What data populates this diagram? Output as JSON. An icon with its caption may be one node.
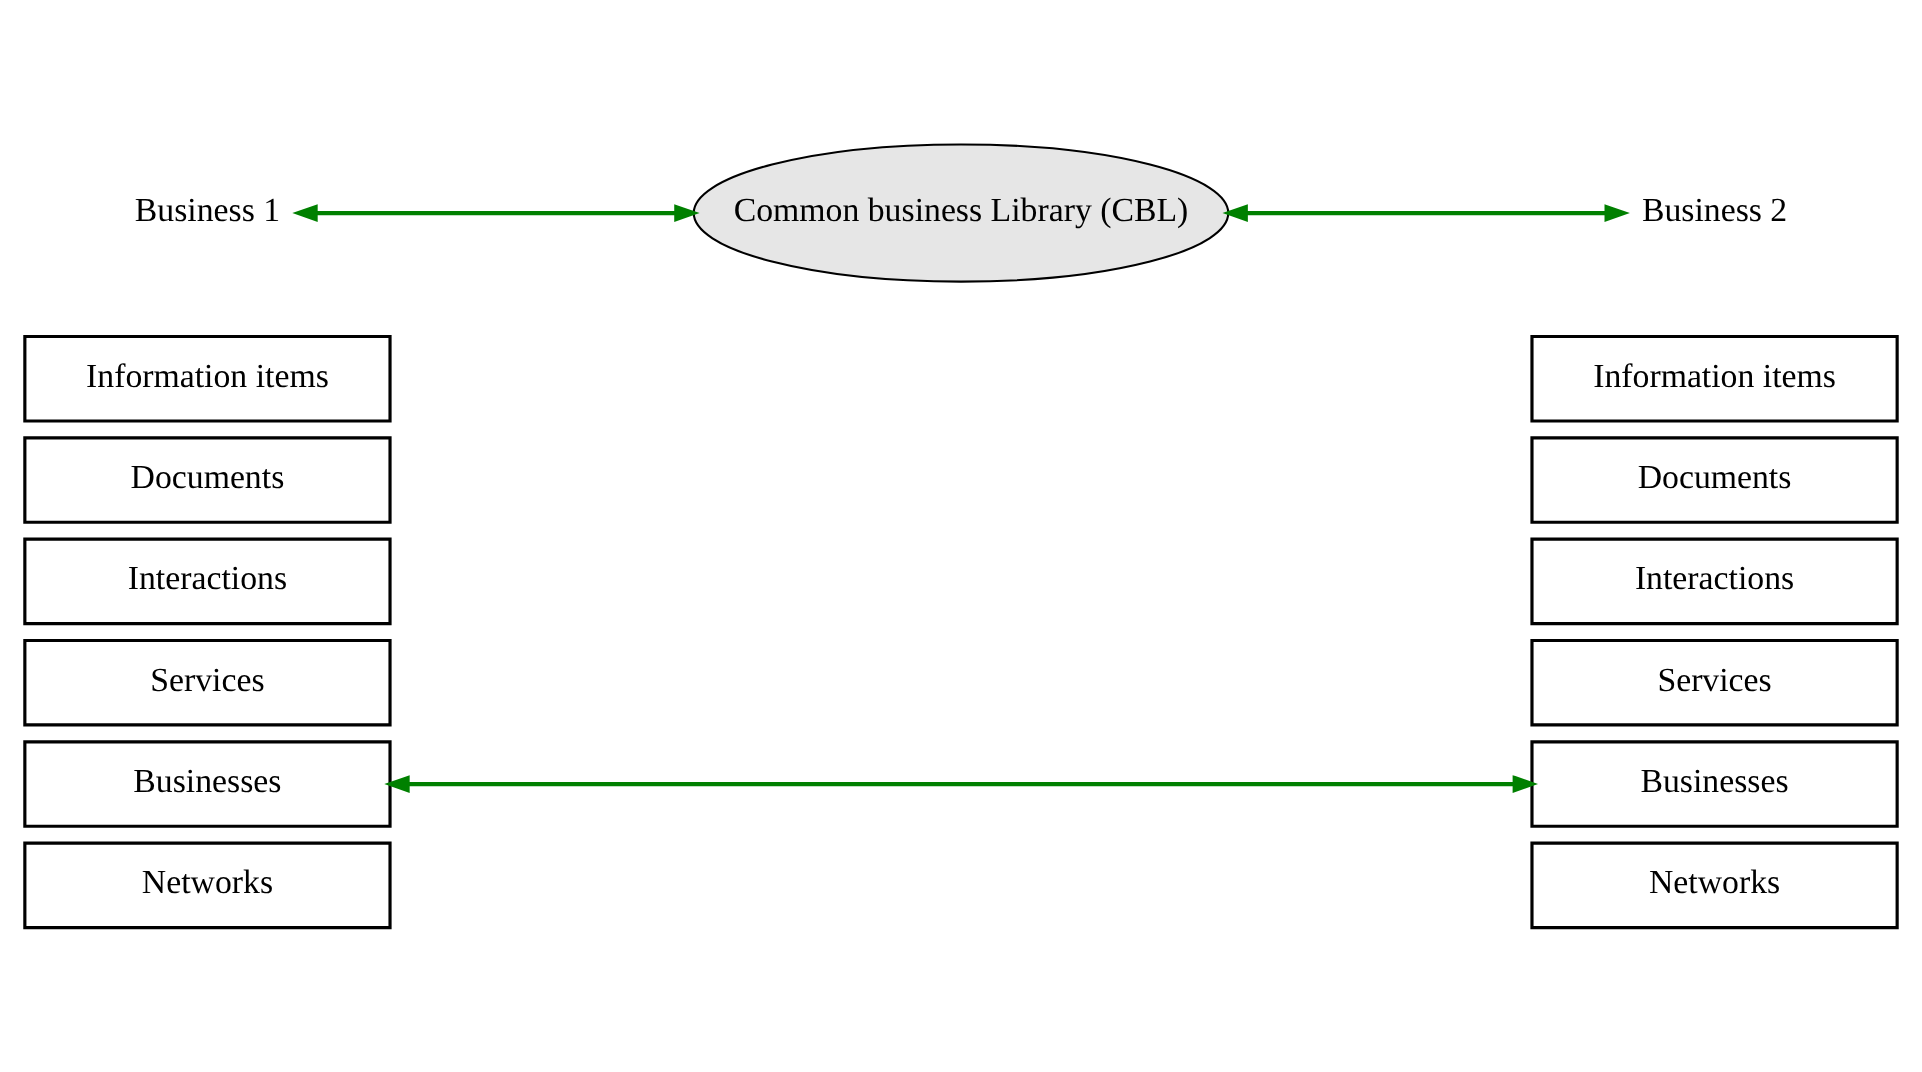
{
  "diagram": {
    "nodes": [
      {
        "text": [
          "Business 1"
        ]
      },
      {
        "text": [
          "Common business Library (CBL)"
        ]
      },
      {
        "text": [
          "Business 2"
        ]
      },
      {
        "text": [
          "Information items"
        ]
      },
      {
        "text": [
          "Documents"
        ]
      },
      {
        "text": [
          "Interactions"
        ]
      },
      {
        "text": [
          "Services"
        ]
      },
      {
        "text": [
          "Businesses"
        ]
      },
      {
        "text": [
          "Networks"
        ]
      },
      {
        "text": [
          "Information items"
        ]
      },
      {
        "text": [
          "Documents"
        ]
      },
      {
        "text": [
          "Interactions"
        ]
      },
      {
        "text": [
          "Services"
        ]
      },
      {
        "text": [
          "Businesses"
        ]
      },
      {
        "text": [
          "Networks"
        ]
      }
    ],
    "edges": [
      {
        "from": 0,
        "to": 1,
        "arrow": "both"
      },
      {
        "from": 1,
        "to": 2,
        "arrow": "both"
      },
      {
        "from": 7,
        "to": 13,
        "arrow": "both"
      }
    ]
  }
}
